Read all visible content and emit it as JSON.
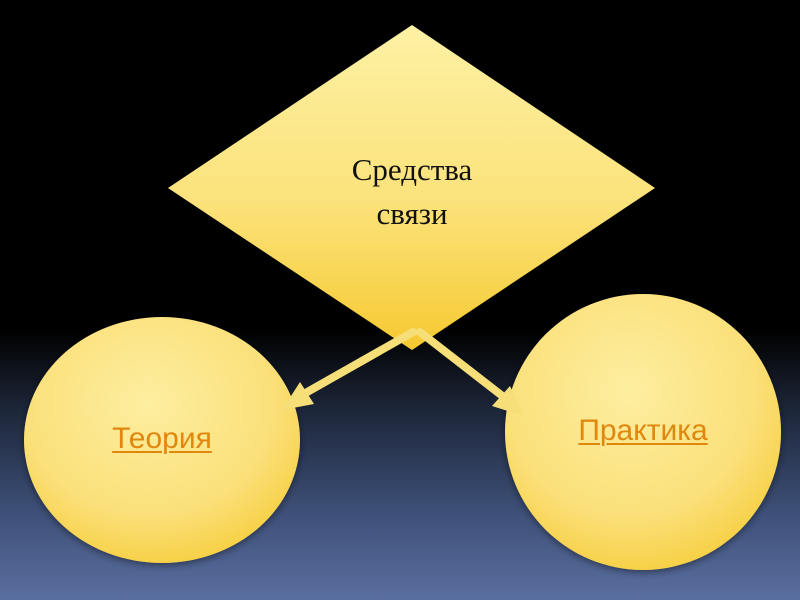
{
  "diagram": {
    "top_node": {
      "label": "Средства\nсвязи"
    },
    "left_node": {
      "label": "Теория"
    },
    "right_node": {
      "label": "Практика"
    }
  },
  "colors": {
    "shape_fill_light": "#fdf0a0",
    "shape_fill_dark": "#f8cf3a",
    "arrow": "#f6df78",
    "link_text": "#e0870e",
    "diamond_text": "#111111"
  }
}
